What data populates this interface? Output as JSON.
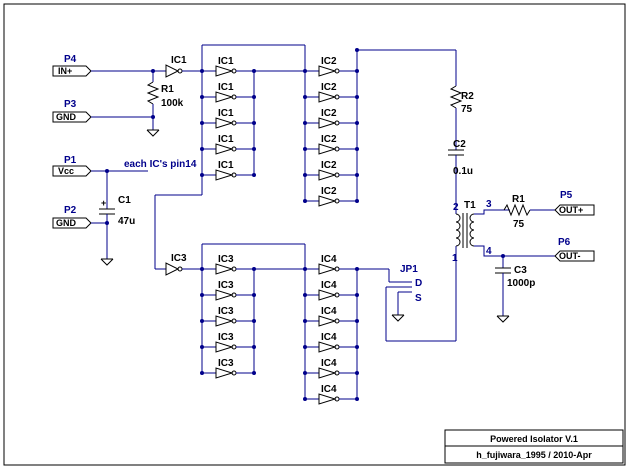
{
  "title_block": {
    "title": "Powered Isolator V.1",
    "author_date": "h_fujiwara_1995 / 2010-Apr"
  },
  "ports": {
    "p4": {
      "ref": "P4",
      "net": "IN+"
    },
    "p3": {
      "ref": "P3",
      "net": "GND"
    },
    "p1": {
      "ref": "P1",
      "net": "Vcc"
    },
    "p2": {
      "ref": "P2",
      "net": "GND"
    },
    "p5": {
      "ref": "P5",
      "net": "OUT+"
    },
    "p6": {
      "ref": "P6",
      "net": "OUT-"
    }
  },
  "note_vcc": "each IC's pin14",
  "components": {
    "r1_in": {
      "ref": "R1",
      "value": "100k"
    },
    "c1": {
      "ref": "C1",
      "value": "47u"
    },
    "r2": {
      "ref": "R2",
      "value": "75"
    },
    "c2": {
      "ref": "C2",
      "value": "0.1u"
    },
    "t1": {
      "ref": "T1"
    },
    "r1_out": {
      "ref": "R1",
      "value": "75"
    },
    "c3": {
      "ref": "C3",
      "value": "1000p"
    },
    "jp1": {
      "ref": "JP1",
      "pin_d": "D",
      "pin_s": "S"
    }
  },
  "ic_labels": {
    "ic1": "IC1",
    "ic2": "IC2",
    "ic3": "IC3",
    "ic4": "IC4"
  },
  "transformer_pins": {
    "p1": "1",
    "p2": "2",
    "p3": "3",
    "p4": "4"
  },
  "polarity_plus": "+"
}
